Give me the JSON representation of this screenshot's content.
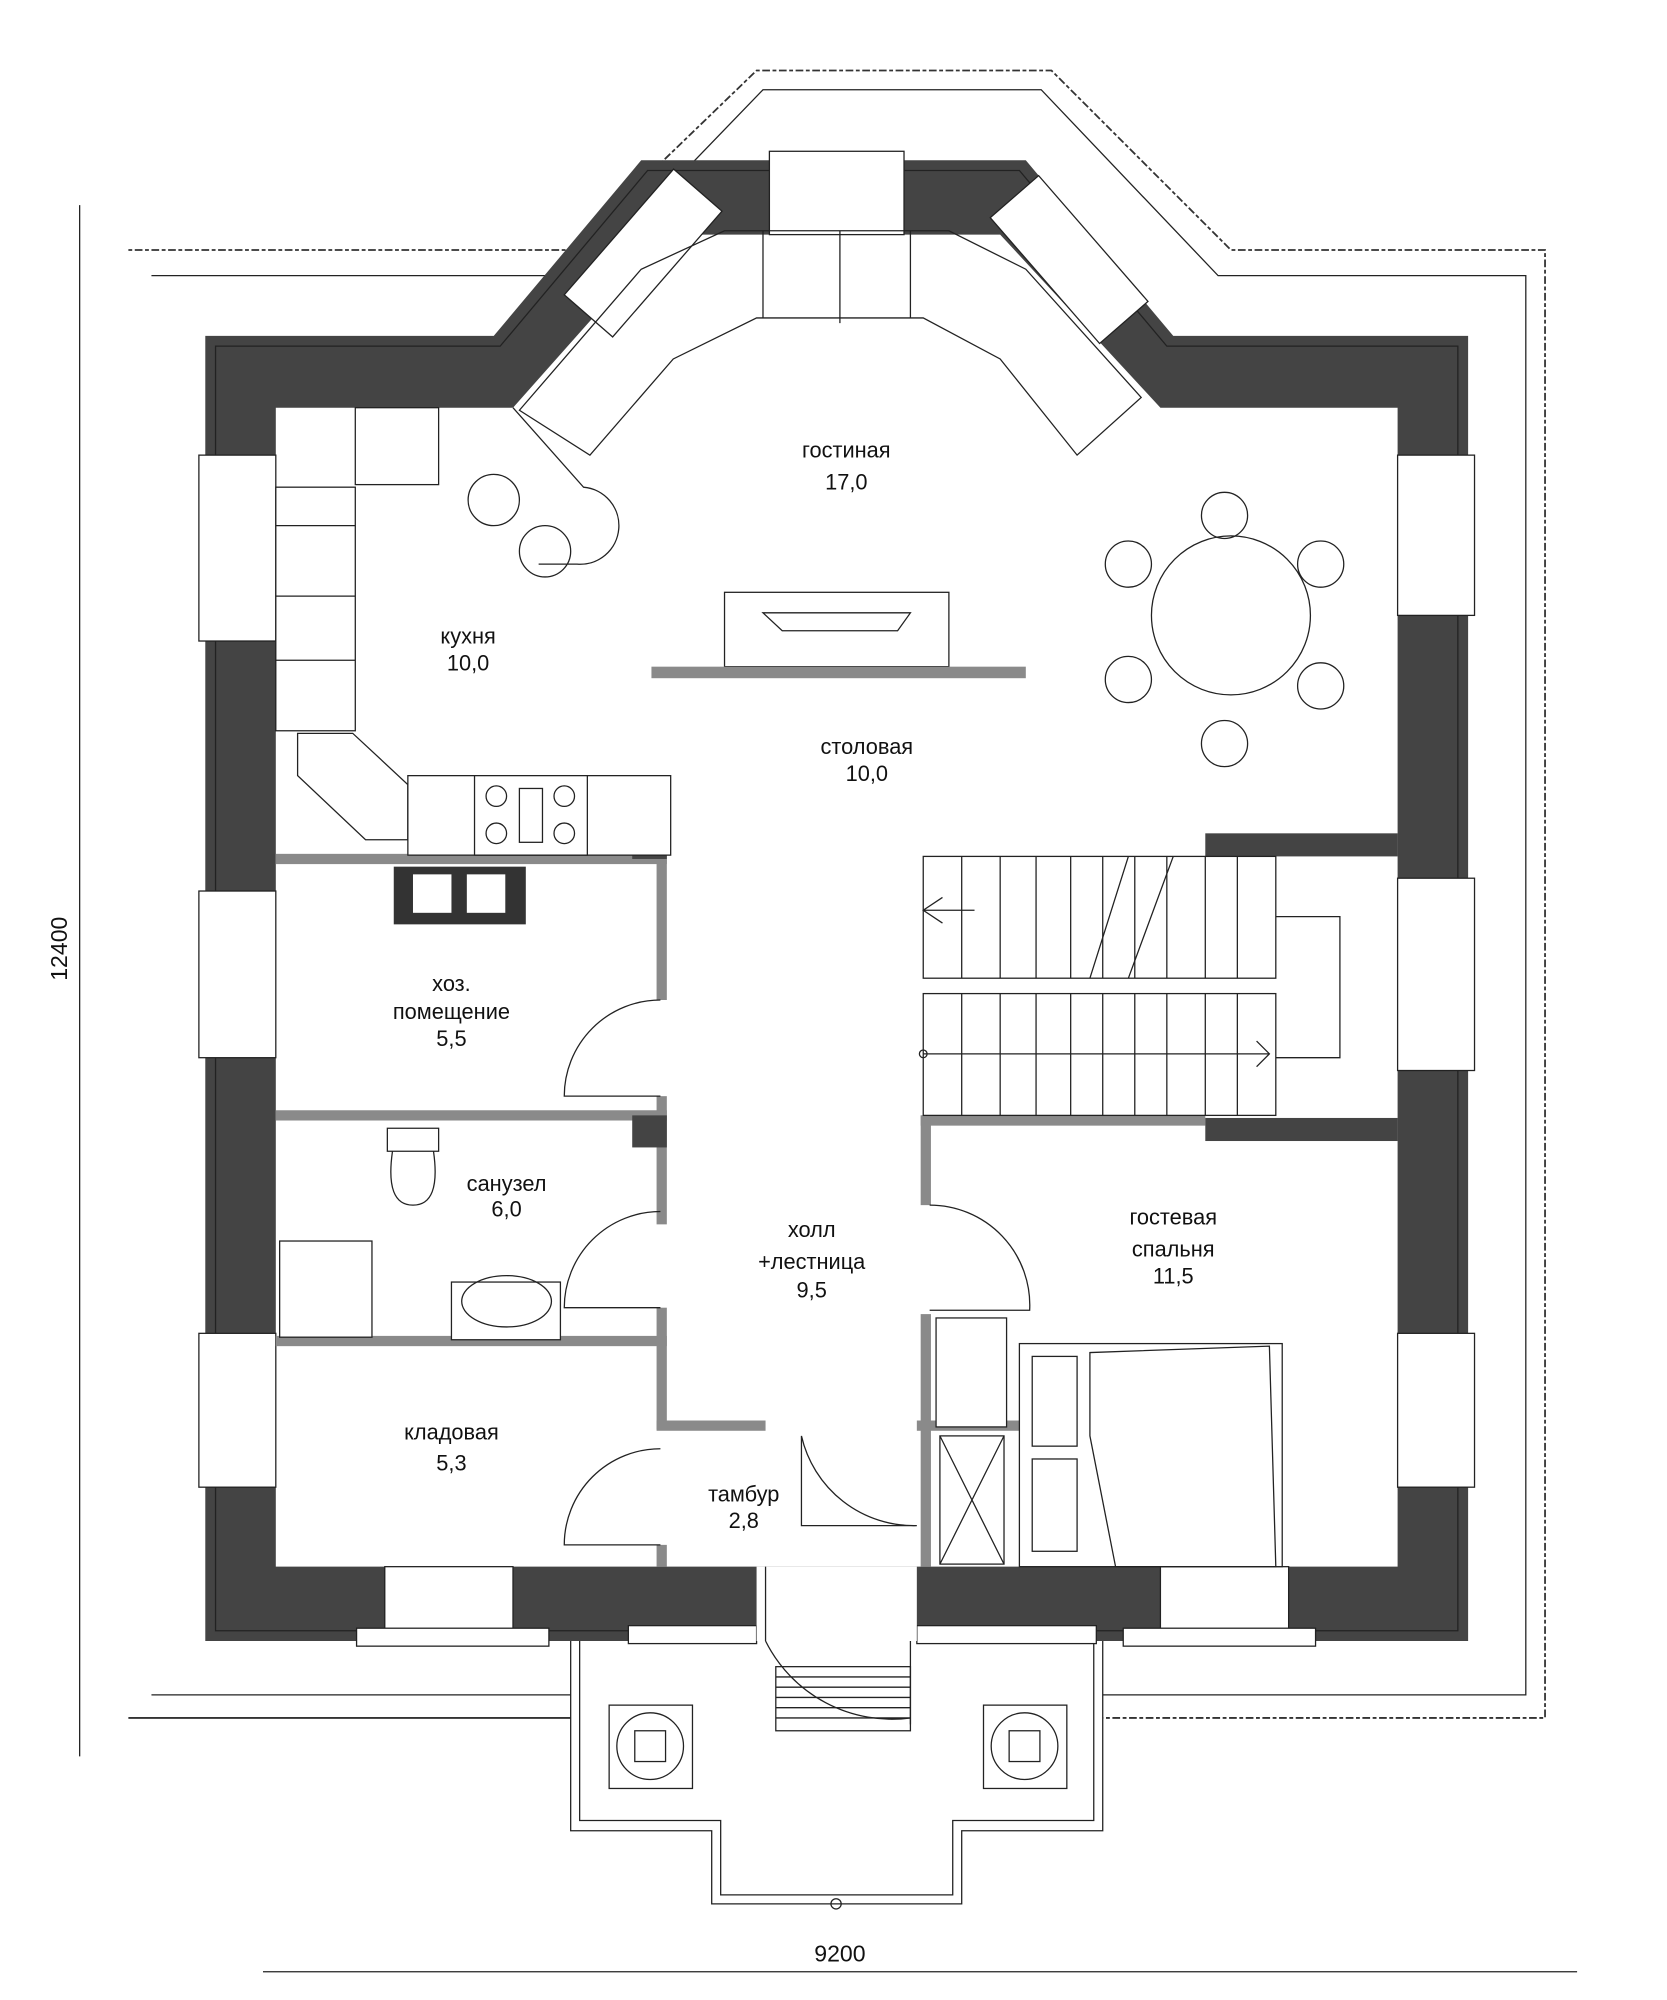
{
  "dimensions": {
    "height": "12400",
    "width": "9200"
  },
  "rooms": [
    {
      "id": "living",
      "lines": [
        "гостиная"
      ],
      "area": "17,0"
    },
    {
      "id": "kitchen",
      "lines": [
        "кухня"
      ],
      "area": "10,0"
    },
    {
      "id": "dining",
      "lines": [
        "столовая"
      ],
      "area": "10,0"
    },
    {
      "id": "utility",
      "lines": [
        "хоз.",
        "помещение"
      ],
      "area": "5,5"
    },
    {
      "id": "bathroom",
      "lines": [
        "санузел"
      ],
      "area": "6,0"
    },
    {
      "id": "hall",
      "lines": [
        "холл",
        "+лестница"
      ],
      "area": "9,5"
    },
    {
      "id": "guest-bedroom",
      "lines": [
        "гостевая",
        "спальня"
      ],
      "area": "11,5"
    },
    {
      "id": "storage",
      "lines": [
        "кладовая"
      ],
      "area": "5,3"
    },
    {
      "id": "vestibule",
      "lines": [
        "тамбур"
      ],
      "area": "2,8"
    }
  ],
  "colors": {
    "wall": "#444444",
    "partition": "#8a8a8a"
  }
}
